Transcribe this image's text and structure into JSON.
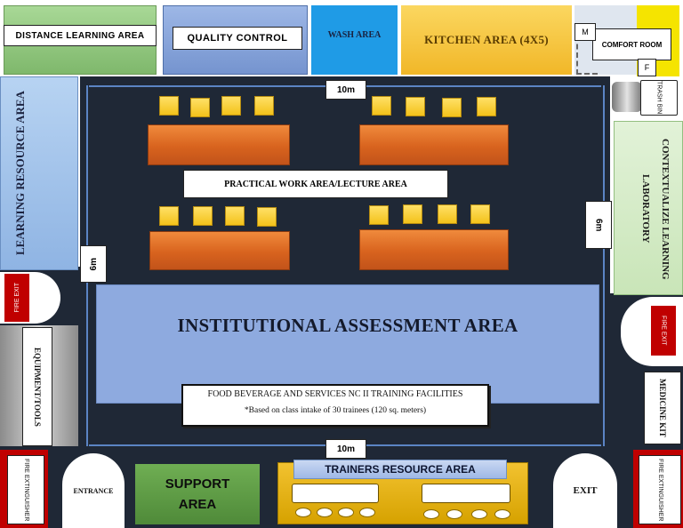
{
  "top_rooms": {
    "distance_learning": "DISTANCE LEARNING AREA",
    "quality_control": "QUALITY CONTROL",
    "wash_area": "WASH AREA",
    "kitchen_area": "KITCHEN AREA (4X5)",
    "comfort_room": "COMFORT ROOM",
    "comfort_male": "M",
    "comfort_female": "F"
  },
  "left_side": {
    "learning_resource": "LEARNING RESOURCE AREA",
    "fire_exit": "FIRE EXIT",
    "equipment_tools": "EQUIPMENT/TOOLS",
    "fire_extinguisher": "FIRE EXTINGUISHER",
    "entrance": "ENTRANCE"
  },
  "right_side": {
    "trash_bin": "TRASH BIN",
    "contextualize_lab": "CONTEXTUALIZE LEARNING LABORATORY",
    "fire_exit": "FIRE EXIT",
    "medicine_kit": "MEDICINE KIT",
    "fire_extinguisher": "FIRE EXTINGUISHER",
    "exit": "EXIT"
  },
  "dimensions": {
    "top_width": "10m",
    "bottom_width": "10m",
    "left_depth": "6m",
    "right_depth": "6m"
  },
  "center": {
    "practical_work": "PRACTICAL WORK AREA/LECTURE AREA",
    "assessment": "INSTITUTIONAL ASSESSMENT AREA",
    "facility_title": "FOOD BEVERAGE AND SERVICES NC II TRAINING FACILITIES",
    "facility_note": "*Based on class intake of 30 trainees (120 sq. meters)"
  },
  "bottom": {
    "support_area": "SUPPORT AREA",
    "trainers_resource": "TRAINERS RESOURCE AREA"
  },
  "colors": {
    "floor": "#1f2836",
    "green_room": "#8bc47a",
    "blue_room": "#8aa8de",
    "wash": "#1f9be6",
    "kitchen": "#f7c842",
    "assessment": "#8eaadf",
    "support": "#5f9a45",
    "trainers": "#d9a800",
    "fire_red": "#c00000"
  }
}
